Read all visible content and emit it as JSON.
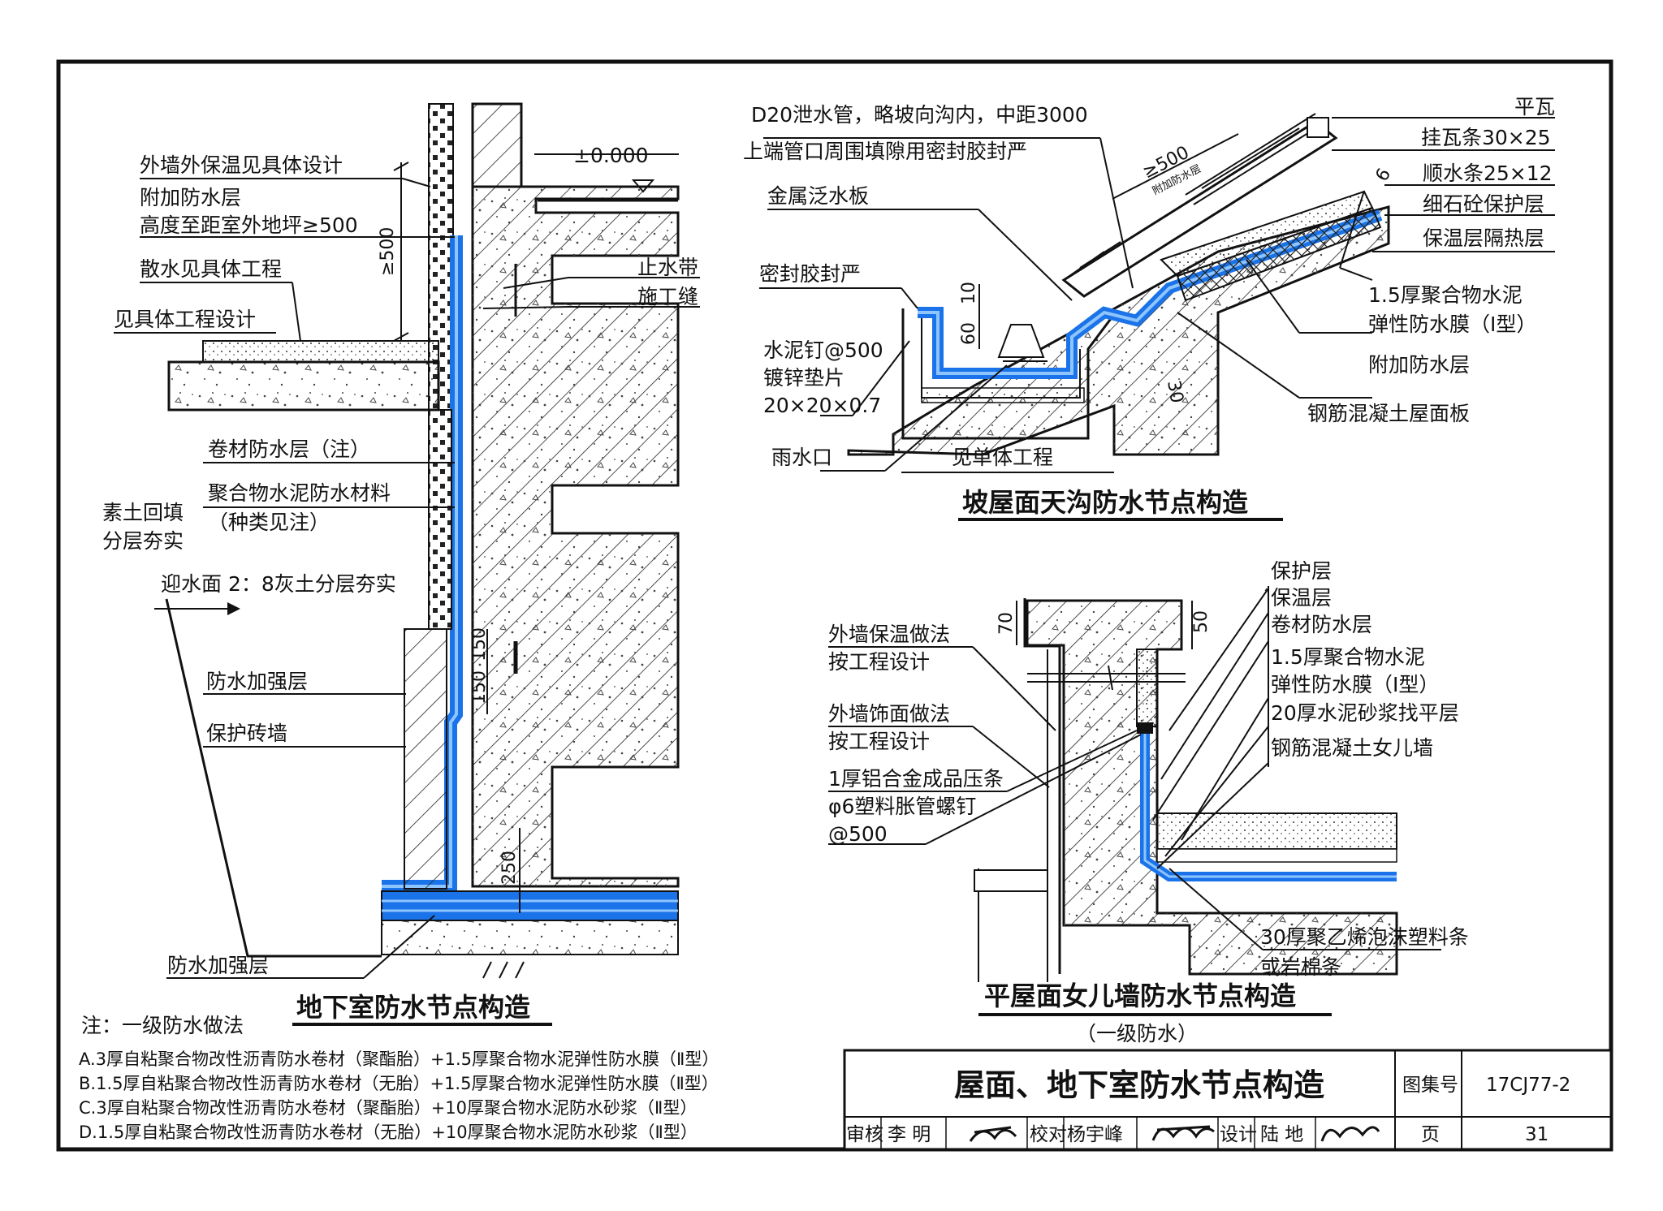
{
  "colors": {
    "membrane": "#1a73e8",
    "membrane_light": "#8ec5ff",
    "line": "#111111",
    "paper": "#ffffff"
  },
  "basement": {
    "title": "地下室防水节点构造",
    "labels": {
      "insulation": "外墙外保温见具体设计",
      "extra_layer": "附加防水层",
      "extra_height": "高度至距室外地坪≥500",
      "apron": "散水见具体工程",
      "see_design": "见具体工程设计",
      "datum": "±0.000",
      "waterstop": "止水带",
      "joint": "施工缝",
      "membrane": "卷材防水层（注）",
      "polymer": "聚合物水泥防水材料",
      "polymer_type": "（种类见注）",
      "backfill_1": "素土回填",
      "backfill_2": "分层夯实",
      "lime_soil": "迎水面 2：8灰土分层夯实",
      "reinforce": "防水加强层",
      "brick_wall": "保护砖墙",
      "reinforce_bottom": "防水加强层"
    },
    "dims": {
      "d500": "≥500",
      "d150a": "150",
      "d150b": "150",
      "d250": "250"
    }
  },
  "gutter": {
    "title": "坡屋面天沟防水节点构造",
    "labels": {
      "drain_pipe": "D20泄水管，略坡向沟内，中距3000",
      "pipe_seal": "上端管口周围填隙用密封胶封严",
      "flashing": "金属泛水板",
      "sealant": "密封胶封严",
      "nail_1": "水泥钉@500",
      "nail_2": "镀锌垫片",
      "nail_3": "20×20×0.7",
      "outlet": "雨水口",
      "see_unit": "见单体工程",
      "tile": "平瓦",
      "batten": "挂瓦条30×25",
      "counter_batten": "顺水条25×12",
      "screed": "细石砼保护层",
      "insulation": "保温层隔热层",
      "membrane_1": "1.5厚聚合物水泥",
      "membrane_2": "弹性防水膜（Ⅰ型）",
      "extra_layer": "附加防水层",
      "slab": "钢筋混凝土屋面板",
      "extra_small": "附加防水层"
    },
    "dims": {
      "d500": "≥500",
      "d60": "60",
      "d10": "10",
      "d30": "30",
      "d6": "6"
    }
  },
  "parapet": {
    "title": "平屋面女儿墙防水节点构造",
    "subtitle": "（一级防水）",
    "labels": {
      "protect": "保护层",
      "insulation": "保温层",
      "membrane": "卷材防水层",
      "poly_1": "1.5厚聚合物水泥",
      "poly_2": "弹性防水膜（Ⅰ型）",
      "screed": "20厚水泥砂浆找平层",
      "rc_wall": "钢筋混凝土女儿墙",
      "wall_ins_1": "外墙保温做法",
      "wall_ins_2": "按工程设计",
      "finish_1": "外墙饰面做法",
      "finish_2": "按工程设计",
      "strip_1": "1厚铝合金成品压条",
      "strip_2": "φ6塑料胀管螺钉",
      "strip_3": "@500",
      "foam_1": "30厚聚乙烯泡沫塑料条",
      "foam_2": "或岩棉条"
    },
    "dims": {
      "d70": "70",
      "d50": "50"
    }
  },
  "notes": {
    "head": "注：一级防水做法",
    "items": [
      "A.3厚自粘聚合物改性沥青防水卷材（聚酯胎）+1.5厚聚合物水泥弹性防水膜（Ⅱ型）",
      "B.1.5厚自粘聚合物改性沥青防水卷材（无胎）+1.5厚聚合物水泥弹性防水膜（Ⅱ型）",
      "C.3厚自粘聚合物改性沥青防水卷材（聚酯胎）+10厚聚合物水泥防水砂浆（Ⅱ型）",
      "D.1.5厚自粘聚合物改性沥青防水卷材（无胎）+10厚聚合物水泥防水砂浆（Ⅱ型）"
    ]
  },
  "titleblock": {
    "title": "屋面、地下室防水节点构造",
    "atlas_label": "图集号",
    "atlas_no": "17CJ77-2",
    "page_label": "页",
    "page_no": "31",
    "review_label": "审核",
    "review_name": "李 明",
    "check_label": "校对",
    "check_name": "杨宇峰",
    "design_label": "设计",
    "design_name": "陆 地"
  }
}
